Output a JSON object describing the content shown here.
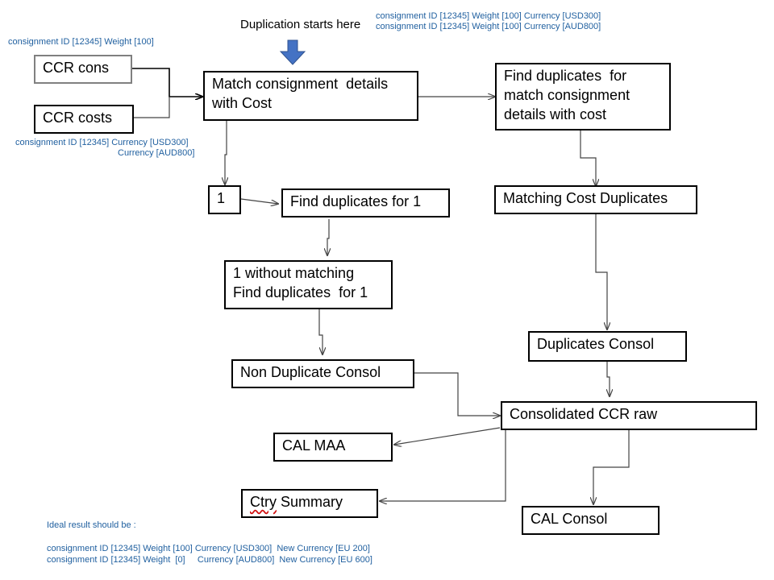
{
  "header": {
    "title": "Duplication starts here",
    "top_notes": [
      "consignment ID [12345] Weight [100] Currency [USD300]",
      "consignment ID [12345] Weight [100] Currency [AUD800]"
    ]
  },
  "notes": {
    "ccr_cons_note": "consignment ID [12345] Weight [100]",
    "ccr_costs_note_1": "consignment ID [12345] Currency [USD300]",
    "ccr_costs_note_2": "Currency [AUD800]"
  },
  "nodes": {
    "ccr_cons": "CCR cons",
    "ccr_costs": "CCR costs",
    "match": "Match consignment  details\nwith Cost",
    "find_dup_match": "Find duplicates  for\nmatch consignment\ndetails with cost",
    "one": "1",
    "find_dup_1": "Find duplicates  for 1",
    "matching_cost_dup": "Matching Cost Duplicates",
    "one_without": "1 without matching\nFind duplicates  for 1",
    "duplicates_consol": "Duplicates Consol",
    "non_dup_consol": "Non Duplicate  Consol",
    "consolidated_raw": "Consolidated  CCR raw",
    "cal_maa": "CAL MAA",
    "ctry_word": "Ctry",
    "ctry_rest": " Summary",
    "cal_consol": "CAL Consol"
  },
  "footer": {
    "heading": "Ideal result should be :",
    "line1": "consignment ID [12345] Weight [100] Currency [USD300]  New Currency [EU 200]",
    "line2": "consignment ID [12345] Weight  [0]     Currency [AUD800]  New Currency [EU 600]"
  },
  "colors": {
    "note_text": "#1f5f9f",
    "start_arrow": "#4472c4",
    "border": "#000000"
  }
}
